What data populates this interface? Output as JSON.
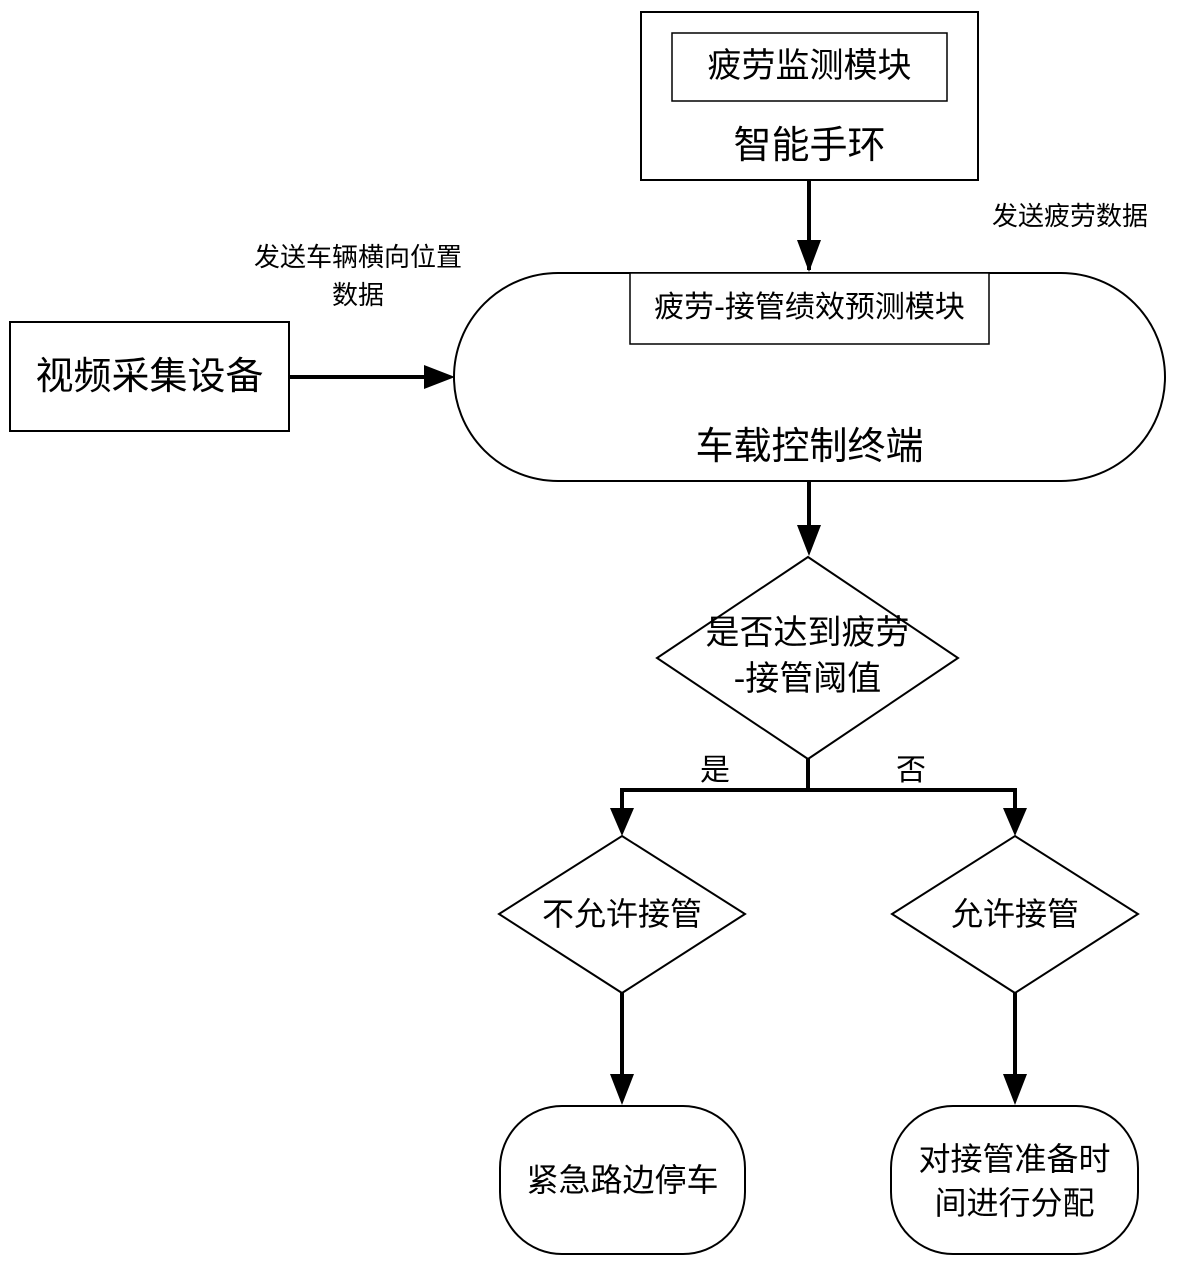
{
  "diagram": {
    "smart_band": {
      "module_label": "疲劳监测模块",
      "label": "智能手环"
    },
    "edge_send_fatigue": "发送疲劳数据",
    "edge_send_position": {
      "line1": "发送车辆横向位置",
      "line2": "数据"
    },
    "video_device": "视频采集设备",
    "terminal": {
      "module_label": "疲劳-接管绩效预测模块",
      "label": "车载控制终端"
    },
    "decision": {
      "line1": "是否达到疲劳",
      "line2": "-接管阈值"
    },
    "branch_yes": "是",
    "branch_no": "否",
    "deny_takeover": "不允许接管",
    "allow_takeover": "允许接管",
    "emergency_stop": "紧急路边停车",
    "allocate_time": {
      "line1": "对接管准备时",
      "line2": "间进行分配"
    }
  }
}
